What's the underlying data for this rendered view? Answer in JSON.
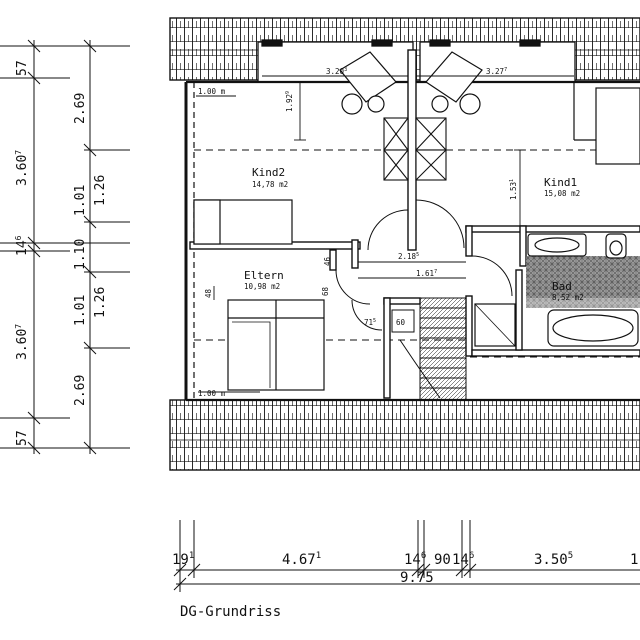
{
  "title": "DG-Grundriss",
  "rooms": {
    "kind2": {
      "name": "Kind2",
      "area": "14,78 m2"
    },
    "kind1": {
      "name": "Kind1",
      "area": "15,08 m2"
    },
    "eltern": {
      "name": "Eltern",
      "area": "10,98 m2"
    },
    "bad": {
      "name": "Bad",
      "area": "8,52 m2"
    }
  },
  "interior_dims": {
    "d_320": "3.20",
    "d_320_sup": "3",
    "d_327": "3.27",
    "d_327_sup": "7",
    "d_192": "1.92",
    "d_192_sup": "9",
    "d_153": "1.53",
    "d_153_sup": "1",
    "d_218": "2.18",
    "d_218_sup": "5",
    "d_161": "1.61",
    "d_161_sup": "7",
    "d_46": "46",
    "d_48": "48",
    "d_68": "68",
    "d_71": "71",
    "d_71_sup": "5",
    "d_60": "60",
    "d_100_top": "1.00 m",
    "d_100_bottom": "1.00 m"
  },
  "left_dims": {
    "outer": [
      {
        "text": "57",
        "sup": ""
      },
      {
        "text": "3.60",
        "sup": "7"
      },
      {
        "text": "14",
        "sup": "6"
      },
      {
        "text": "3.60",
        "sup": "7"
      },
      {
        "text": "57",
        "sup": ""
      }
    ],
    "inner": [
      {
        "text": "2.69"
      },
      {
        "text": "1.01"
      },
      {
        "text": "1.26"
      },
      {
        "text": "1.10"
      },
      {
        "text": "1.01"
      },
      {
        "text": "1.26"
      },
      {
        "text": "2.69"
      }
    ]
  },
  "bottom_dims": {
    "d_19": "19",
    "d_19_sup": "1",
    "d_467": "4.67",
    "d_467_sup": "1",
    "d_14a": "14",
    "d_14a_sup": "6",
    "d_90": "90",
    "d_14b": "14",
    "d_14b_sup": "6",
    "d_350": "3.50",
    "d_350_sup": "5",
    "d_edge": "1",
    "d_total": "9.75"
  }
}
